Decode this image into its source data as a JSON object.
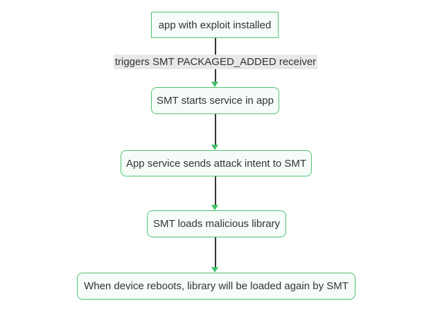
{
  "diagram": {
    "type": "flowchart",
    "direction": "top-down",
    "nodes": [
      {
        "id": "A",
        "label": "app with exploit installed",
        "shape": "rect"
      },
      {
        "id": "B",
        "label": "SMT starts service in app",
        "shape": "rounded"
      },
      {
        "id": "C",
        "label": "App service sends attack intent to SMT",
        "shape": "rounded"
      },
      {
        "id": "D",
        "label": "SMT loads malicious library",
        "shape": "rounded"
      },
      {
        "id": "E",
        "label": "When device reboots, library will be loaded again by SMT",
        "shape": "rounded"
      }
    ],
    "edges": [
      {
        "from": "A",
        "to": "B",
        "label": "triggers SMT PACKAGED_ADDED receiver"
      },
      {
        "from": "B",
        "to": "C",
        "label": ""
      },
      {
        "from": "C",
        "to": "D",
        "label": ""
      },
      {
        "from": "D",
        "to": "E",
        "label": ""
      }
    ],
    "colors": {
      "node_border": "#4ec36f",
      "node_fill": "#f6fcf8",
      "text": "#333333",
      "arrow_line": "#333333",
      "arrowhead": "#3ec268",
      "edge_label_bg": "#e8e8e8",
      "background": "#ffffff"
    }
  }
}
